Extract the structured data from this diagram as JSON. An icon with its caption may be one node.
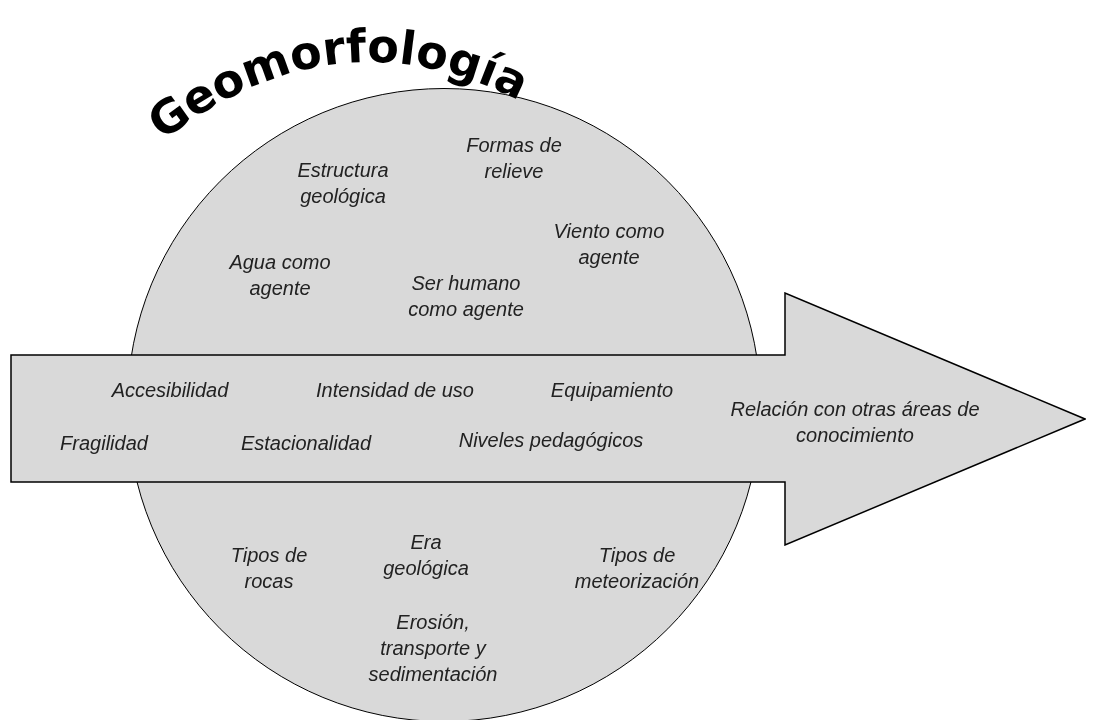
{
  "diagram": {
    "title": "Geomorfología",
    "nodes": [
      {
        "text": [
          "Estructura geológica",
          "Formas de relieve",
          "Agua como agente",
          "Viento como agente",
          "Ser humano como agente",
          "Tipos de rocas",
          "Era geológica",
          "Tipos de meteorización",
          "Erosión, transporte y sedimentación"
        ]
      },
      {
        "text": [
          "Accesibilidad",
          "Intensidad de uso",
          "Equipamiento",
          "Fragilidad",
          "Estacionalidad",
          "Niveles pedagógicos",
          "Relación con otras áreas de conocimiento"
        ]
      }
    ],
    "edges": []
  }
}
